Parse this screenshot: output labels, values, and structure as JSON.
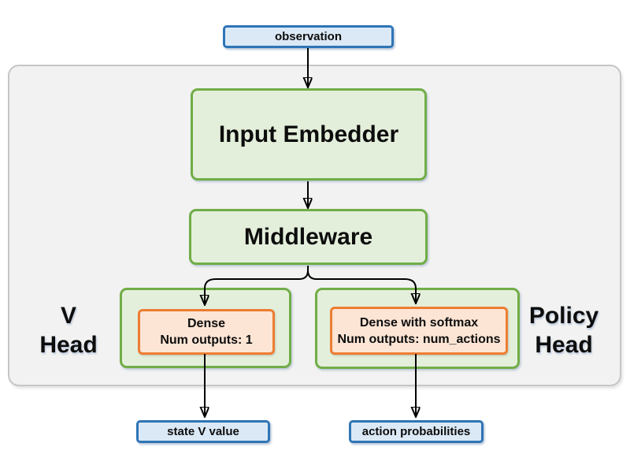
{
  "diagram": {
    "input_node": {
      "label": "observation"
    },
    "blocks": {
      "input_embedder": "Input Embedder",
      "middleware": "Middleware"
    },
    "v_head": {
      "title_line1": "V",
      "title_line2": "Head",
      "layer_title": "Dense",
      "layer_detail": "Num outputs: 1"
    },
    "policy_head": {
      "title_line1": "Policy",
      "title_line2": "Head",
      "layer_title": "Dense with softmax",
      "layer_detail": "Num outputs: num_actions"
    },
    "outputs": {
      "v_output": "state V value",
      "policy_output": "action probabilities"
    },
    "colors": {
      "blue_fill": "#dbe9f6",
      "blue_border": "#2e75b6",
      "green_fill": "#e4efdb",
      "green_border": "#70ad47",
      "orange_fill": "#fce5d5",
      "orange_border": "#ed7d31",
      "gray_fill": "#f2f2f2",
      "gray_border": "#c6c6c6",
      "arrow": "#000000"
    }
  }
}
